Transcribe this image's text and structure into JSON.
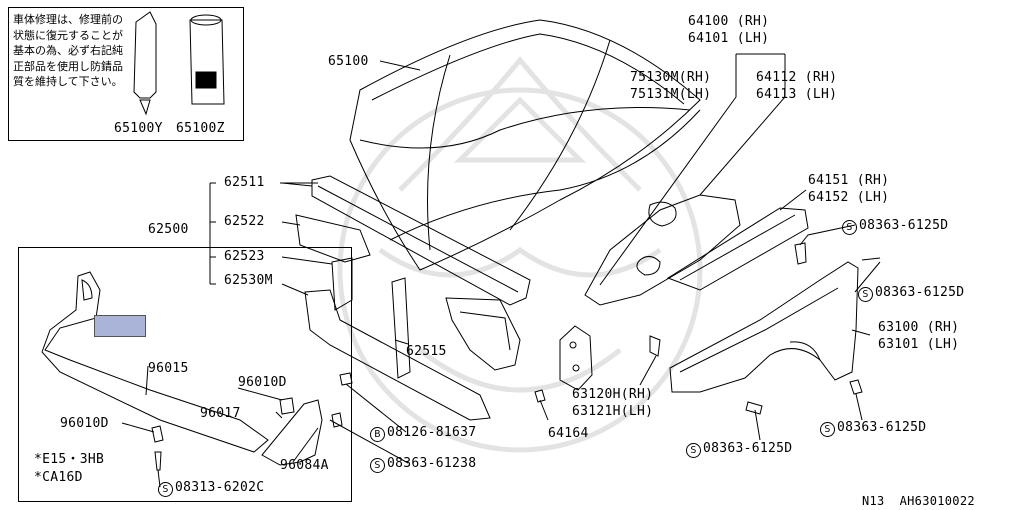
{
  "note": {
    "text": "車体修理は、修理前の状態に復元することが基本の為、必ず右記純正部品を使用し防錆品質を維持して下さい。",
    "part_left": "65100Y",
    "part_right": "65100Z"
  },
  "labels": {
    "hood": "65100",
    "hood_support_rh": "64100 (RH)",
    "hood_support_lh": "64101 (LH)",
    "bracket_rh": "75130M(RH)",
    "bracket_lh": "75131M(LH)",
    "apron_rh": "64112 (RH)",
    "apron_lh": "64113 (LH)",
    "apron_rail_rh": "64151 (RH)",
    "apron_rail_lh": "64152 (LH)",
    "bolt_1": "08363-6125D",
    "bolt_2": "08363-6125D",
    "bolt_3": "08363-6125D",
    "bolt_4": "08363-6125D",
    "fender_rh": "63100 (RH)",
    "fender_lh": "63101 (LH)",
    "rad_upper": "62511",
    "rad_support": "62500",
    "rad_side_1": "62522",
    "rad_side_2": "62523",
    "rad_lower": "62530M",
    "rad_center": "62515",
    "bolt_b": "08126-81637",
    "bolt_s": "08363-61238",
    "hinge_rh": "63120H(RH)",
    "hinge_lh": "63121H(LH)",
    "clip": "64164",
    "spoiler": "96015",
    "spoiler_side_r": "96010D",
    "spoiler_side_l": "96010D",
    "spoiler_bracket": "96017",
    "spoiler_clip": "96084A",
    "engine_note_1": "*E15・3HB",
    "engine_note_2": "*CA16D",
    "screw": "08313-6202C",
    "circle_s": "S",
    "circle_b": "B",
    "footer_code": "N13  AH63010022"
  },
  "colors": {
    "marker": "#aab4d8",
    "watermark": "#e2e2e2"
  }
}
